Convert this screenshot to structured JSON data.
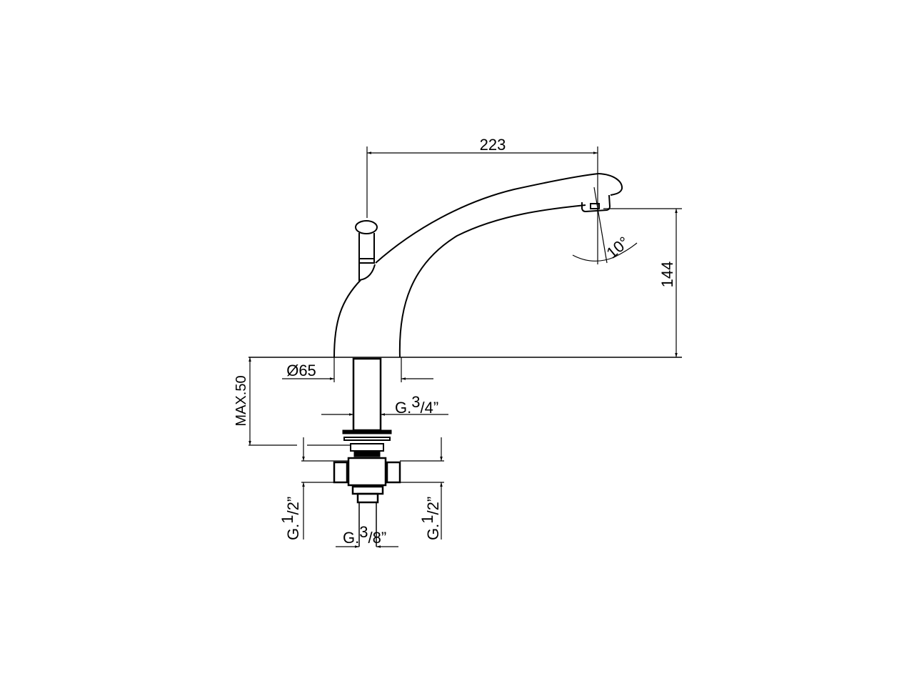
{
  "drawing": {
    "subject": "single-lever basin mixer side elevation",
    "dimensions": {
      "spout_reach": "223",
      "spout_height": "144",
      "spout_angle": "10°",
      "base_diameter": "Ø65",
      "max_deck_thickness": "MAX.50",
      "shank_thread": "G.3/4\"",
      "inlet_left": "G.1/2\"",
      "inlet_right": "G.1/2\"",
      "outlet_thread": "G.3/8\""
    },
    "labels": {
      "reach_label": "223",
      "height_label": "144",
      "angle_label": "10°",
      "diameter_label": "Ø65",
      "deck_label": "MAX.50",
      "shank_prefix": "G.",
      "shank_num": "3",
      "shank_den": "/4”",
      "inlet_left_prefix": "G.",
      "inlet_left_num": "1",
      "inlet_left_den": "/2”",
      "inlet_right_prefix": "G.",
      "inlet_right_num": "1",
      "inlet_right_den": "/2”",
      "outlet_prefix": "G.",
      "outlet_num": "3",
      "outlet_den": "/8”"
    },
    "colors": {
      "line": "#000000",
      "background": "#ffffff"
    }
  }
}
